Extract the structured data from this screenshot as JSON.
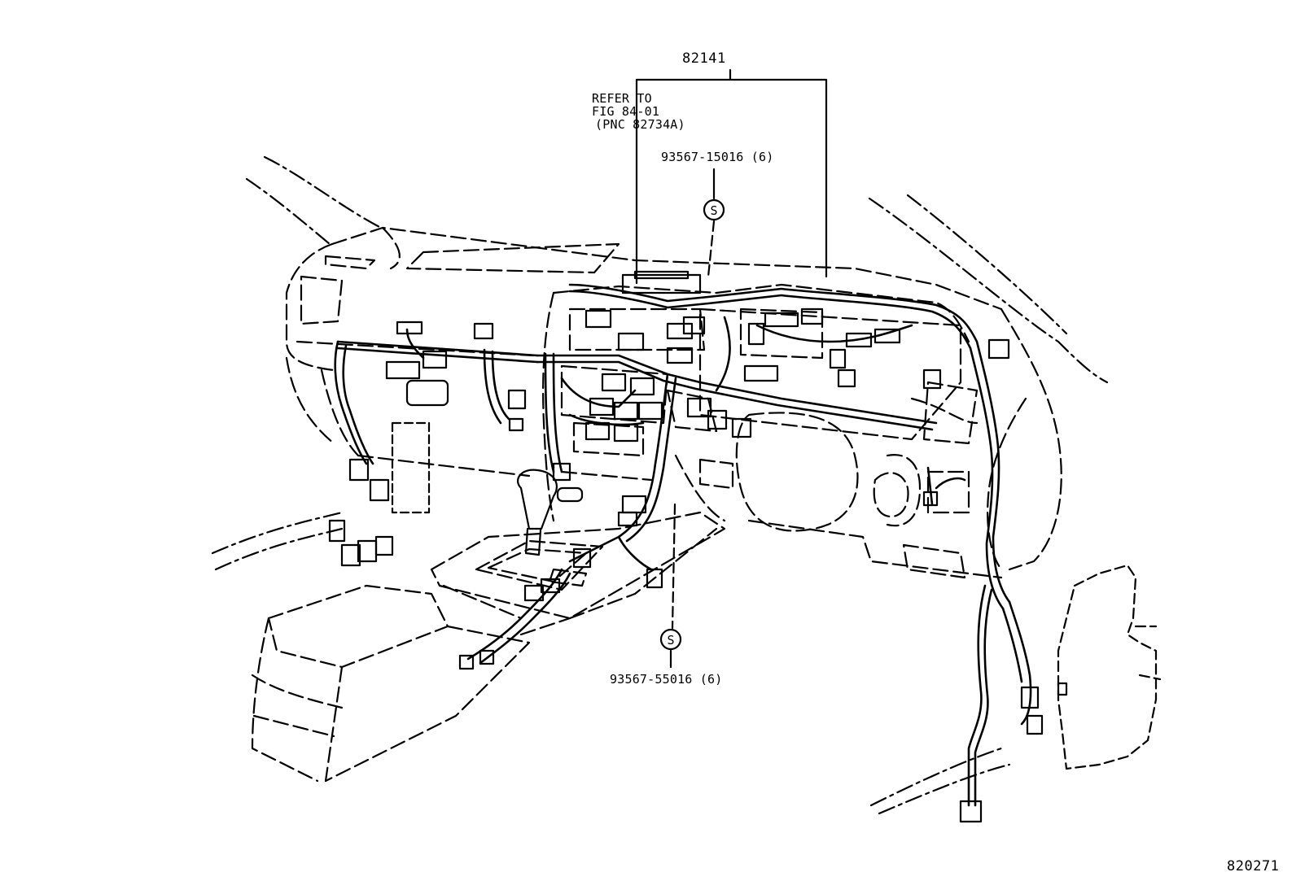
{
  "labels": {
    "main_part": "82141",
    "refer_line1": "REFER TO",
    "refer_line2": "FIG 84-01",
    "refer_line3": "(PNC 82734A)",
    "screw_top": "93567-15016 (6)",
    "screw_bottom": "93567-55016 (6)",
    "symbol_s": "S",
    "figure_id": "820271"
  },
  "colors": {
    "ink": "#000000",
    "paper": "#ffffff"
  }
}
